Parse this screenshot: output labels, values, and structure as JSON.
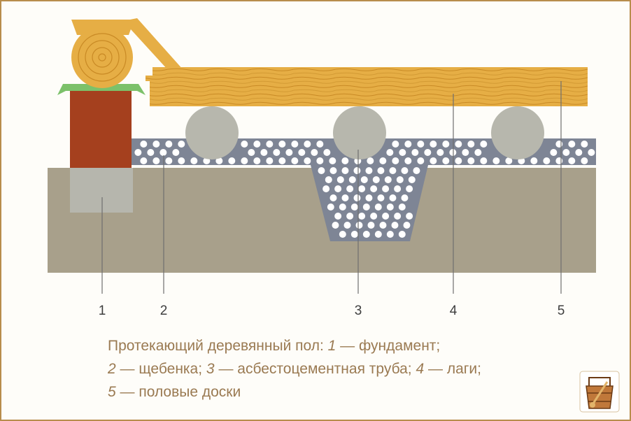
{
  "labels": [
    "1",
    "2",
    "3",
    "4",
    "5"
  ],
  "caption": {
    "line1_a": "Протекающий деревянный пол: ",
    "line1_n1": "1",
    "line1_b": " — фундамент;",
    "line2_n2": "2",
    "line2_a": " — щебенка; ",
    "line2_n3": "3",
    "line2_b": " — асбестоцементная труба; ",
    "line2_n4": "4",
    "line2_c": " — лаги;",
    "line3_n5": "5",
    "line3_a": " — половые доски"
  },
  "colors": {
    "soil": "#a8a08b",
    "gravel": "#7e8595",
    "pebble": "#ffffff",
    "brick": "#a5401e",
    "concrete": "#b6b6ad",
    "wood": "#e6ae45",
    "pipe": "#b7b7ad",
    "pad": "#7cc16a",
    "caption": "#9a7a52"
  },
  "icons": {
    "logo": "bath-bucket-icon"
  }
}
